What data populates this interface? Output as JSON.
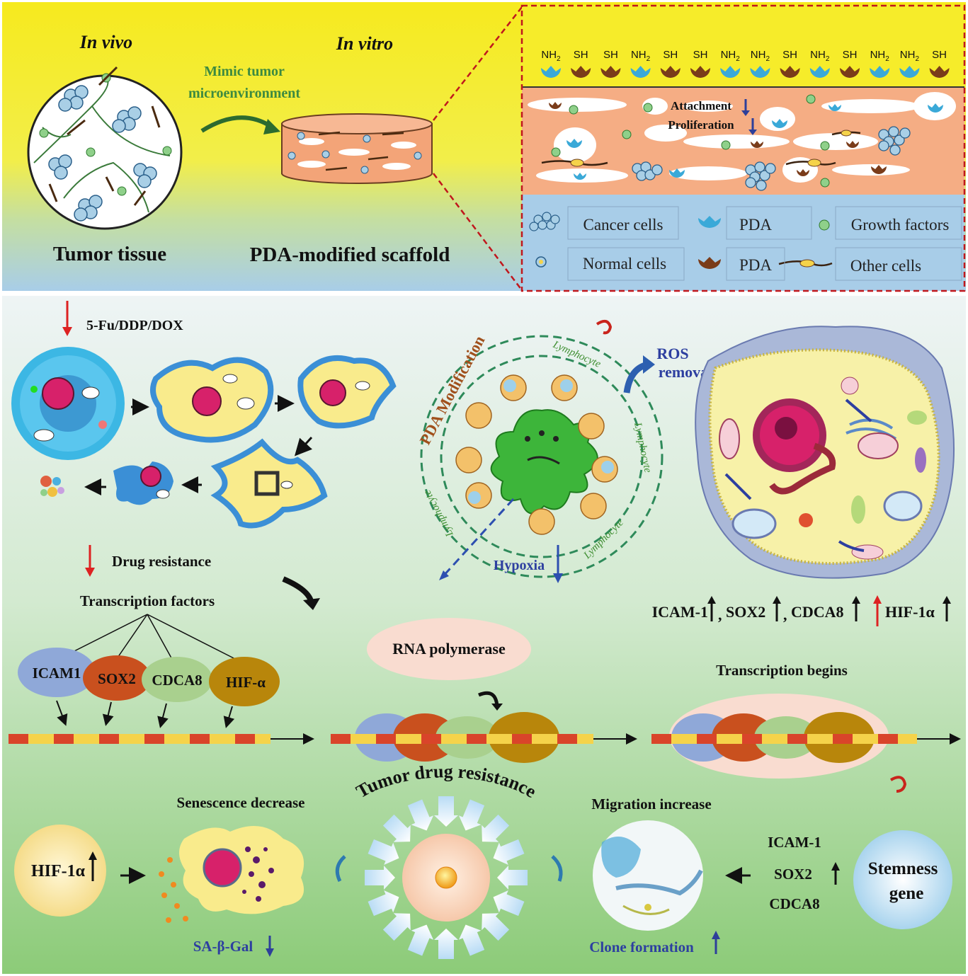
{
  "top": {
    "in_vivo": "In vivo",
    "in_vitro": "In vitro",
    "mimic_line1": "Mimic tumor",
    "mimic_line2": "microenvironment",
    "tumor_tissue": "Tumor tissue",
    "scaffold": "PDA-modified scaffold"
  },
  "surface": {
    "groups": [
      "NH2",
      "SH",
      "SH",
      "NH2",
      "SH",
      "SH",
      "NH2",
      "NH2",
      "SH",
      "NH2",
      "SH",
      "NH2",
      "NH2",
      "SH"
    ],
    "attachment": "Attachment",
    "proliferation": "Proliferation"
  },
  "legend": {
    "cancer_cells": "Cancer cells",
    "normal_cells": "Normal cells",
    "pda_blue": "PDA",
    "pda_brown": "PDA",
    "growth_factors": "Growth factors",
    "other_cells": "Other cells"
  },
  "apoptosis": {
    "drug": "5-Fu/DDP/DOX",
    "drug_resistance": "Drug resistance"
  },
  "immune": {
    "pda_modification": "PDA Modification",
    "lymphocyte": "Lymphocyte",
    "ros_line1": "ROS",
    "ros_line2": "removal",
    "hypoxia": "Hypoxia"
  },
  "markers_line": {
    "icam": "ICAM-1",
    "sox2": "SOX2",
    "cdca8": "CDCA8",
    "hif": "HIF-1α",
    "sep": ","
  },
  "transcription": {
    "factors_title": "Transcription factors",
    "icam1": "ICAM1",
    "sox2": "SOX2",
    "cdca8": "CDCA8",
    "hif": "HIF-α",
    "rna_polymerase": "RNA polymerase",
    "begins": "Transcription begins"
  },
  "bottom": {
    "hif": "HIF-1α",
    "senescence": "Senescence decrease",
    "sa_gal": "SA-β-Gal",
    "tumor_drug_resistance": "Tumor drug resistance",
    "migration": "Migration increase",
    "clone": "Clone formation",
    "icam": "ICAM-1",
    "sox2": "SOX2",
    "cdca8": "CDCA8",
    "stemness_line1": "Stemness",
    "stemness_line2": "gene"
  },
  "colors": {
    "icam": "#8fa8d8",
    "sox2": "#c9501e",
    "cdca8": "#a9d08e",
    "hif": "#b8860b",
    "pda_blue": "#3aa9d8",
    "pda_brown": "#7a3c1a",
    "dna_red": "#d9442a",
    "dna_yellow": "#f5d34a"
  }
}
